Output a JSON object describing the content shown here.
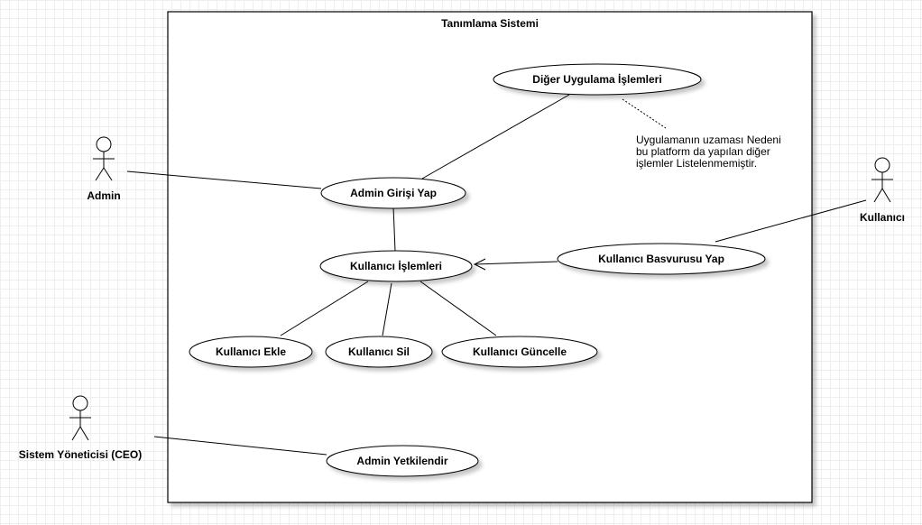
{
  "system": {
    "title": "Tanımlama Sistemi"
  },
  "actors": {
    "admin": "Admin",
    "kullanici": "Kullanıcı",
    "ceo": "Sistem Yöneticisi (CEO)"
  },
  "use_cases": {
    "diger_islemler": "Diğer Uygulama İşlemleri",
    "admin_girisi": "Admin Girişi Yap",
    "kullanici_islemleri": "Kullanıcı İşlemleri",
    "kullanici_basvurusu": "Kullanıcı Basvurusu Yap",
    "kullanici_ekle": "Kullanıcı Ekle",
    "kullanici_sil": "Kullanıcı Sil",
    "kullanici_guncelle": "Kullanıcı Güncelle",
    "admin_yetkilendir": "Admin Yetkilendir"
  },
  "note": {
    "lines": [
      "Uygulamanın uzaması Nedeni",
      "bu platform da yapılan diğer",
      "işlemler Listelenmemiştir."
    ]
  }
}
